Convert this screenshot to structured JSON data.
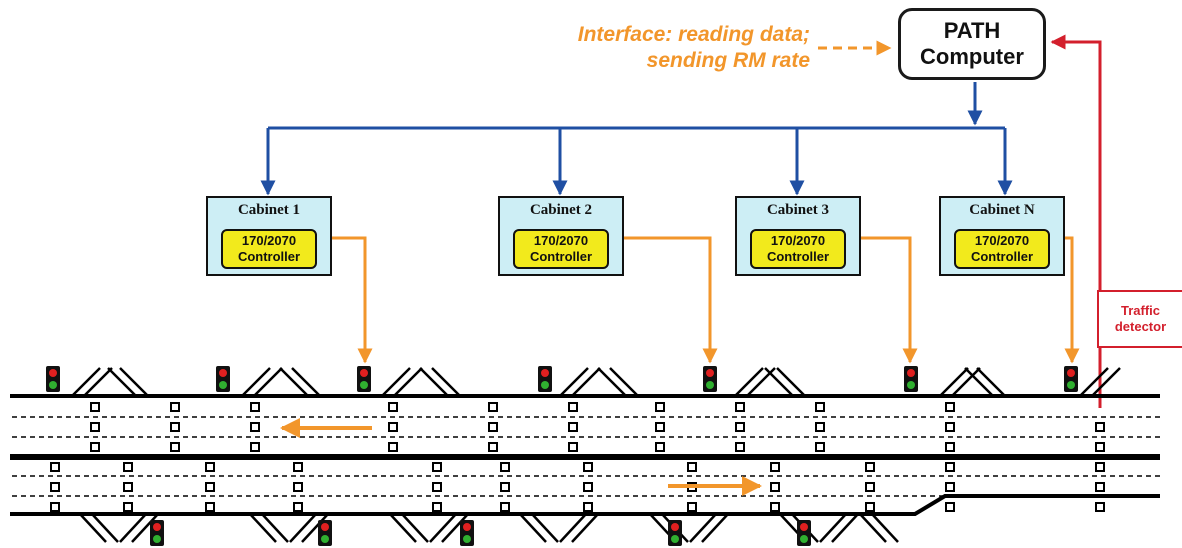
{
  "interface_note": {
    "line1": "Interface: reading data;",
    "line2": "sending RM rate"
  },
  "path_computer": {
    "line1": "PATH",
    "line2": "Computer"
  },
  "cabinets": [
    {
      "title": "Cabinet  1",
      "controller_line1": "170/2070",
      "controller_line2": "Controller"
    },
    {
      "title": "Cabinet  2",
      "controller_line1": "170/2070",
      "controller_line2": "Controller"
    },
    {
      "title": "Cabinet  3",
      "controller_line1": "170/2070",
      "controller_line2": "Controller"
    },
    {
      "title": "Cabinet  N",
      "controller_line1": "170/2070",
      "controller_line2": "Controller"
    }
  ],
  "traffic_detector": {
    "line1": "Traffic",
    "line2": "detector"
  },
  "colors": {
    "bus_blue": "#1f4fa3",
    "signal_orange": "#f2962b",
    "detector_red": "#d31f2c",
    "cabinet_fill": "#cdeef5",
    "controller_fill": "#f2ea1c"
  }
}
